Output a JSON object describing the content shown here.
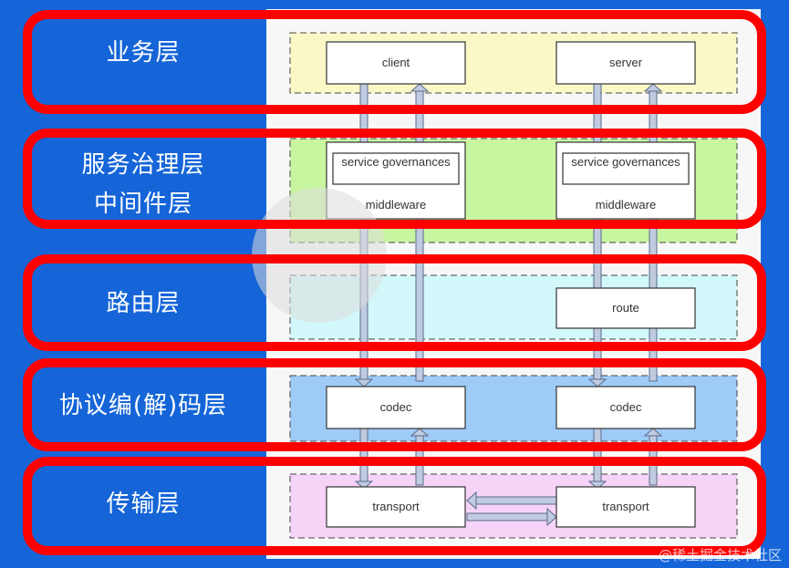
{
  "layers": [
    {
      "label": "业务层"
    },
    {
      "label": "服务治理层"
    },
    {
      "label": "中间件层"
    },
    {
      "label": "路由层"
    },
    {
      "label": "协议编(解)码层"
    },
    {
      "label": "传输层"
    }
  ],
  "boxes": {
    "client": "client",
    "server": "server",
    "service_governances": "service governances",
    "middleware": "middleware",
    "route": "route",
    "codec": "codec",
    "transport": "transport"
  },
  "watermark": "@稀土掘金技术社区",
  "colors": {
    "background": "#1565d8",
    "highlight_frame": "#ff0000",
    "business_band": "#fbf8c8",
    "governance_band": "#c8f5a0",
    "routing_band": "#d2f8fb",
    "codec_band": "#9ecbf8",
    "transport_band": "#f6d4f8"
  }
}
